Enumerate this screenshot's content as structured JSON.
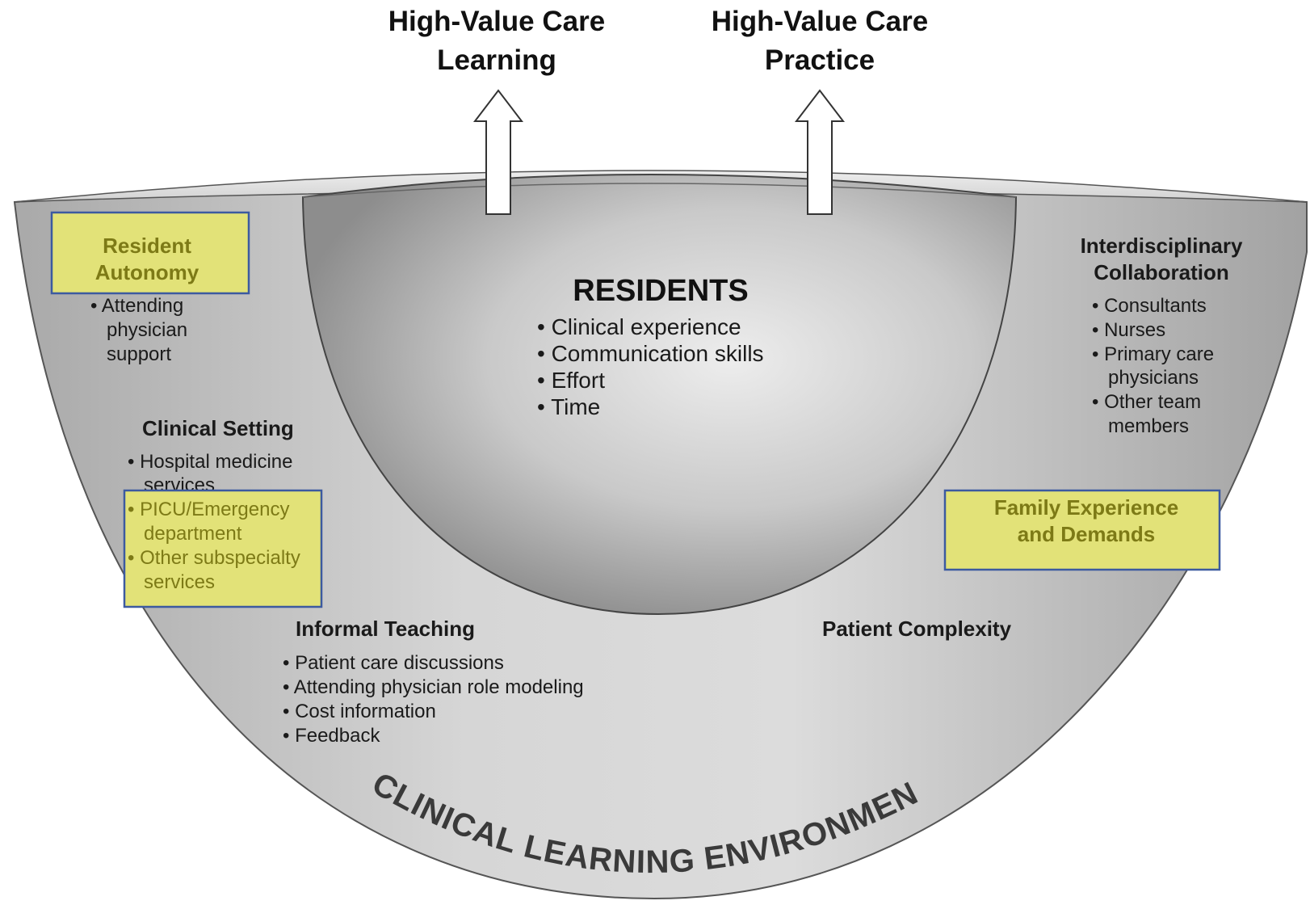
{
  "outputs": {
    "learning": [
      "High-Value Care",
      "Learning"
    ],
    "practice": [
      "High-Value Care",
      "Practice"
    ]
  },
  "residents": {
    "title": "RESIDENTS",
    "items": [
      "• Clinical experience",
      "• Communication skills",
      "• Effort",
      "• Time"
    ]
  },
  "resident_autonomy": {
    "title": [
      "Resident",
      "Autonomy"
    ],
    "items": [
      "• Attending",
      "physician",
      "support"
    ]
  },
  "clinical_setting": {
    "title": "Clinical Setting",
    "items": [
      "• Hospital medicine",
      "services"
    ],
    "highlighted_items": [
      "• PICU/Emergency",
      "department",
      "• Other subspecialty",
      "services"
    ]
  },
  "interdisciplinary": {
    "title": [
      "Interdisciplinary",
      "Collaboration"
    ],
    "items": [
      "• Consultants",
      "• Nurses",
      "• Primary care",
      "physicians",
      "• Other team",
      "members"
    ]
  },
  "family": {
    "title": [
      "Family Experience",
      "and Demands"
    ]
  },
  "informal_teaching": {
    "title": "Informal Teaching",
    "items": [
      "• Patient care discussions",
      "• Attending physician role modeling",
      "• Cost information",
      "• Feedback"
    ]
  },
  "patient_complexity": {
    "title": "Patient Complexity"
  },
  "environment_label": "CLINICAL LEARNING ENVIRONMENT",
  "colors": {
    "highlight_fill": "#e2e278",
    "highlight_border": "#3c5aa0",
    "highlight_text": "#7d7a16"
  }
}
